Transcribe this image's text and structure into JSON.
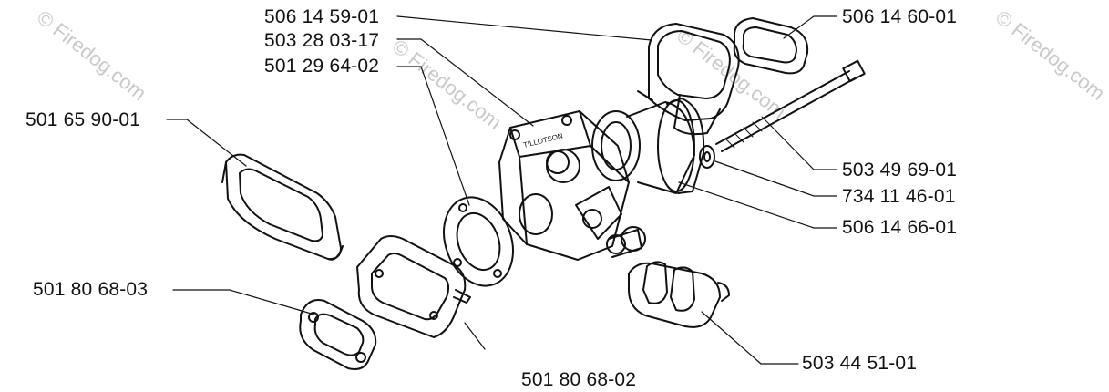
{
  "diagram": {
    "watermark": "© Firedog.com",
    "cutoff_label": "501 80 68-02",
    "parts": [
      {
        "id": "506-14-59-01",
        "number": "506 14 59-01"
      },
      {
        "id": "503-28-03-17",
        "number": "503 28 03-17"
      },
      {
        "id": "501-29-64-02",
        "number": "501 29 64-02"
      },
      {
        "id": "501-65-90-01",
        "number": "501 65 90-01"
      },
      {
        "id": "501-80-68-03",
        "number": "501 80 68-03"
      },
      {
        "id": "506-14-60-01",
        "number": "506 14 60-01"
      },
      {
        "id": "503-49-69-01",
        "number": "503 49 69-01"
      },
      {
        "id": "734-11-46-01",
        "number": "734 11 46-01"
      },
      {
        "id": "506-14-66-01",
        "number": "506 14 66-01"
      },
      {
        "id": "503-44-51-01",
        "number": "503 44 51-01"
      }
    ],
    "carb_stamp": "TILLOTSON"
  }
}
